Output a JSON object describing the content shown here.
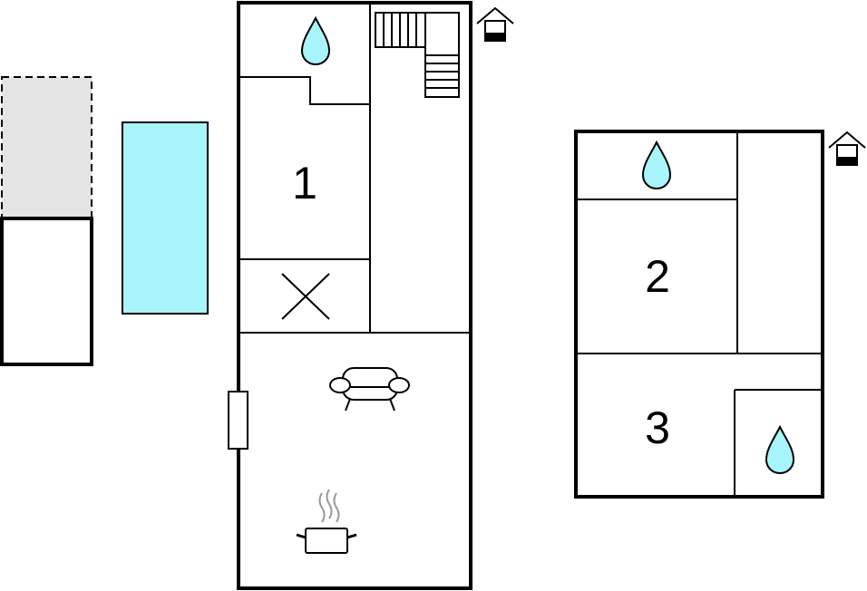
{
  "floor_plan": {
    "rooms": {
      "bedroom_1": {
        "number": "1"
      },
      "bedroom_2": {
        "number": "2"
      },
      "bedroom_3": {
        "number": "3"
      }
    },
    "icons": {
      "bathroom": "water-drop-icon",
      "sofa": "sofa-icon",
      "kitchen": "cooking-pot-icon",
      "stairs": "staircase-icon",
      "entrance": "house-entrance-icon",
      "open_space": "cross-icon"
    },
    "colors": {
      "wall": "#000000",
      "pool": "#a8f4fb",
      "water_drop": "#a8f4fb",
      "terrace": "#e4e4e4",
      "steam": "#999999",
      "background": "#ffffff"
    }
  }
}
